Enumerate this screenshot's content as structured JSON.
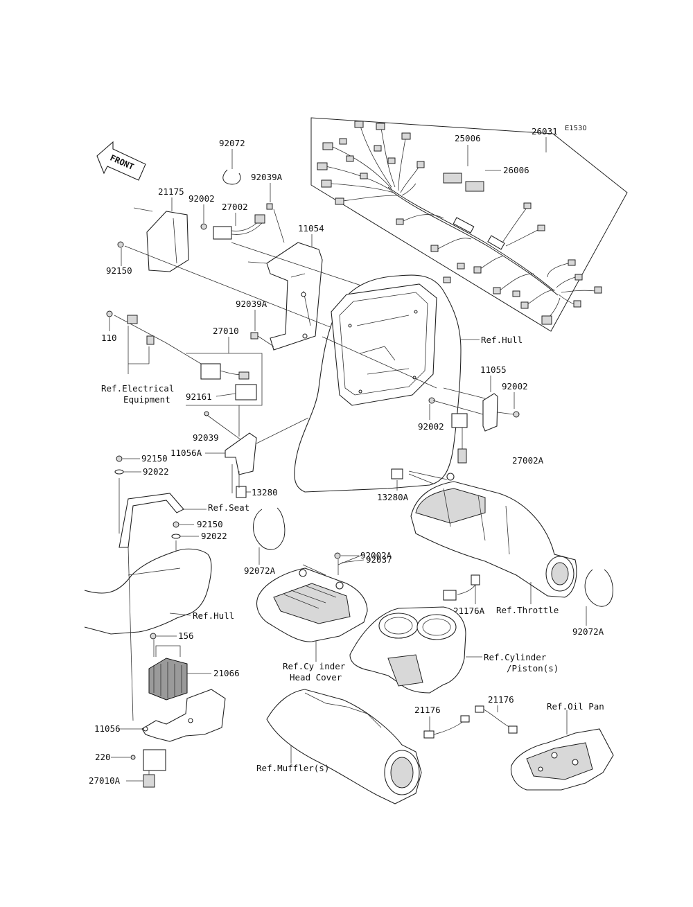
{
  "diagram_code": "E1530",
  "front_arrow": {
    "text": "FRONT"
  },
  "parts": {
    "p26031": "26031",
    "p25006": "25006",
    "p26006": "26006",
    "p92072": "92072",
    "p92039A_top": "92039A",
    "p21175": "21175",
    "p92002_top": "92002",
    "p27002": "27002",
    "p11054": "11054",
    "p92150_left": "92150",
    "p92039A_mid": "92039A",
    "p110": "110",
    "p27010": "27010",
    "p92161": "92161",
    "p92039": "92039",
    "p11056A": "11056A",
    "p92150_a": "92150",
    "p92022_a": "92022",
    "p13280": "13280",
    "p92150_b": "92150",
    "p92022_b": "92022",
    "p11055": "11055",
    "p92002_r": "92002",
    "p92002_r2": "92002",
    "p27002A": "27002A",
    "p13280A": "13280A",
    "p92072A_l": "92072A",
    "p92002A": "92002A",
    "p92037": "92037",
    "p21176A": "21176A",
    "p92072A_r": "92072A",
    "p156": "156",
    "p21066": "21066",
    "p11056": "11056",
    "p220": "220",
    "p27010A": "27010A",
    "p21176_a": "21176",
    "p21176_b": "21176"
  },
  "refs": {
    "hull_top": "Ref.Hull",
    "electrical_1": "Ref.Electrical",
    "electrical_2": "Equipment",
    "seat": "Ref.Seat",
    "hull_bottom": "Ref.Hull",
    "throttle": "Ref.Throttle",
    "cyl_head_1": "Ref.Cy inder",
    "cyl_head_2": "Head Cover",
    "cylinder_1": "Ref.Cylinder",
    "cylinder_2": "/Piston(s)",
    "muffler": "Ref.Muffler(s)",
    "oil_pan": "Ref.Oil Pan"
  }
}
